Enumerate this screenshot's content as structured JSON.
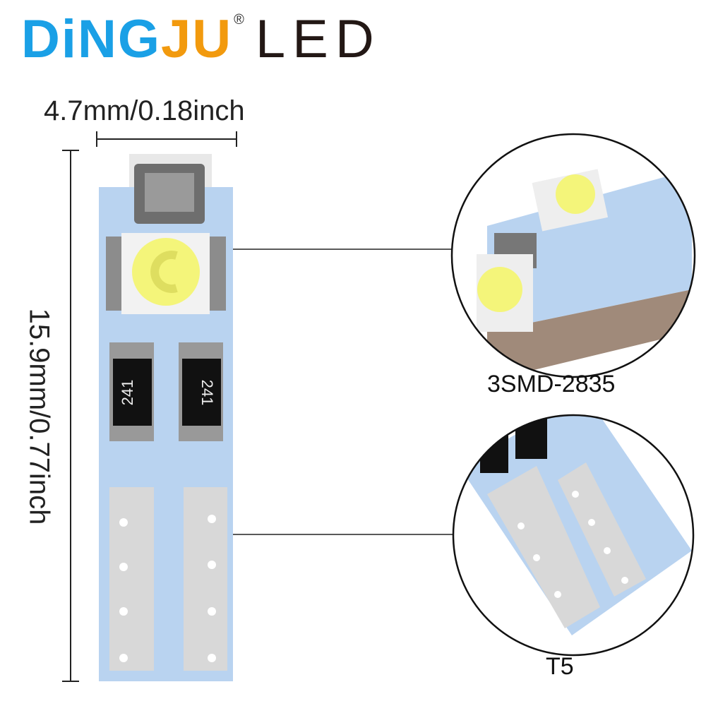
{
  "logo": {
    "part1": "DiNG",
    "part2": "JU",
    "registered": "®",
    "part3": "LED"
  },
  "dimensions": {
    "width": "4.7mm/0.18inch",
    "length": "15.9mm/0.77inch"
  },
  "resistors": [
    "241",
    "241"
  ],
  "callouts": {
    "chip_label": "3SMD-2835",
    "base_label": "T5"
  },
  "colors": {
    "logo_blue": "#1aa0e6",
    "logo_orange": "#f29a0e",
    "pcb_blue": "#b9d3f0",
    "led_yellow": "#f4f57a"
  }
}
